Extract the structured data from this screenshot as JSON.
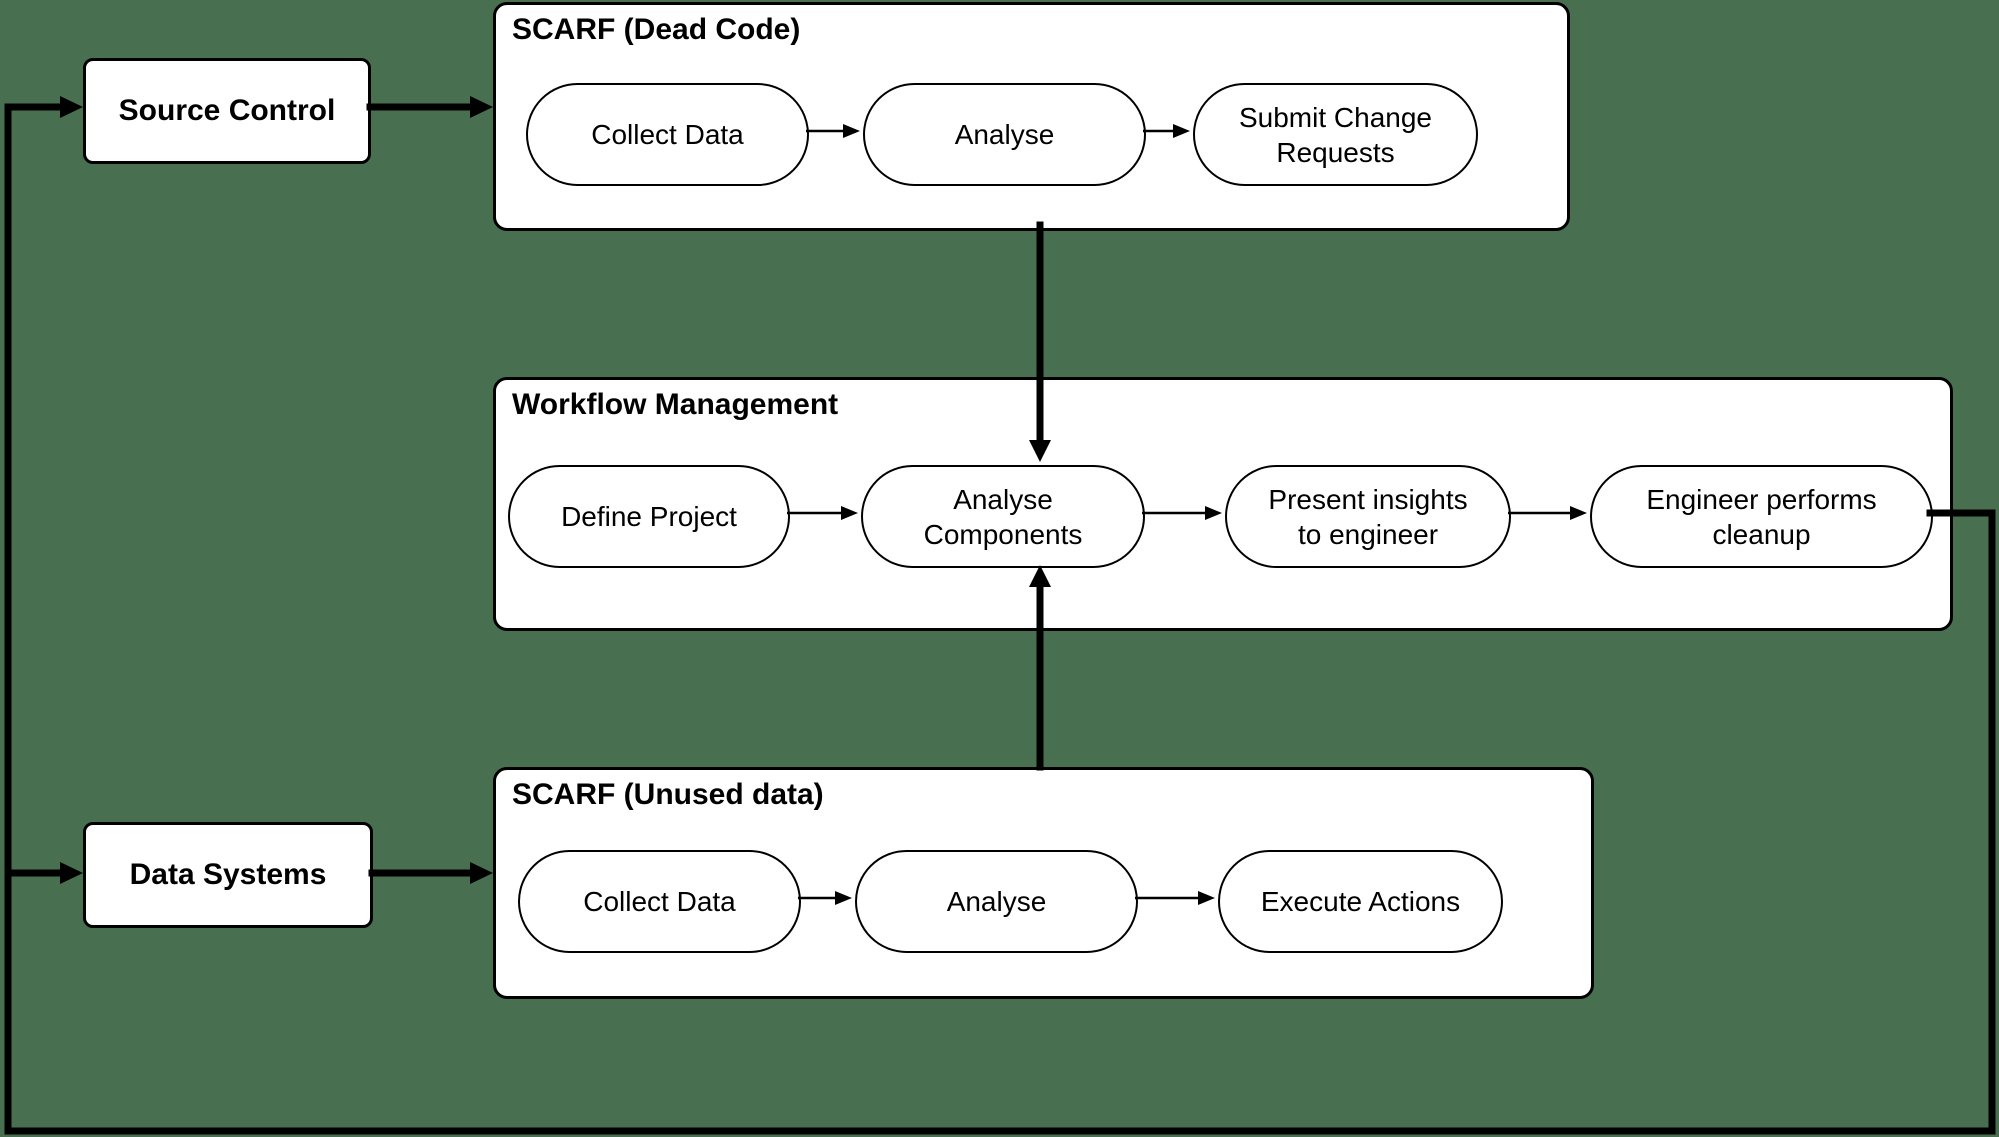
{
  "colors": {
    "background": "#487050",
    "line": "#000000",
    "node_fill": "#ffffff"
  },
  "containers": [
    {
      "id": "scarf-dead-code",
      "title": "SCARF (Dead Code)",
      "steps": [
        "Collect Data",
        "Analyse",
        "Submit Change Requests"
      ]
    },
    {
      "id": "workflow-management",
      "title": "Workflow Management",
      "steps": [
        "Define Project",
        "Analyse Components",
        "Present insights to engineer",
        "Engineer performs cleanup"
      ]
    },
    {
      "id": "scarf-unused-data",
      "title": "SCARF (Unused data)",
      "steps": [
        "Collect Data",
        "Analyse",
        "Execute Actions"
      ]
    }
  ],
  "external_nodes": [
    {
      "id": "source-control",
      "label": "Source Control"
    },
    {
      "id": "data-systems",
      "label": "Data Systems"
    }
  ],
  "connections": [
    {
      "from": "feedback-loop",
      "to": "source-control"
    },
    {
      "from": "feedback-loop",
      "to": "data-systems"
    },
    {
      "from": "source-control",
      "to": "scarf-dead-code"
    },
    {
      "from": "data-systems",
      "to": "scarf-unused-data"
    },
    {
      "from": "scarf-dead-code",
      "to": "analyse-components"
    },
    {
      "from": "scarf-unused-data",
      "to": "analyse-components"
    },
    {
      "from": "engineer-performs-cleanup",
      "to": "feedback-loop"
    }
  ]
}
